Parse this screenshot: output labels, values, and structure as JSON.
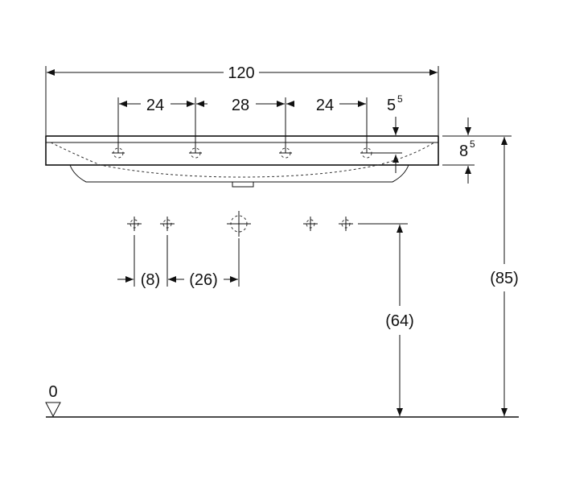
{
  "drawing": {
    "overall_width": "120",
    "spacing_1": "24",
    "spacing_2": "28",
    "spacing_3": "24",
    "top_offset": "5",
    "top_offset_sup": "5",
    "rim_thickness": "8",
    "rim_thickness_sup": "5",
    "hole_offset": "(8)",
    "drain_offset": "(26)",
    "connection_height": "(64)",
    "total_height": "(85)",
    "floor_level": "0"
  }
}
